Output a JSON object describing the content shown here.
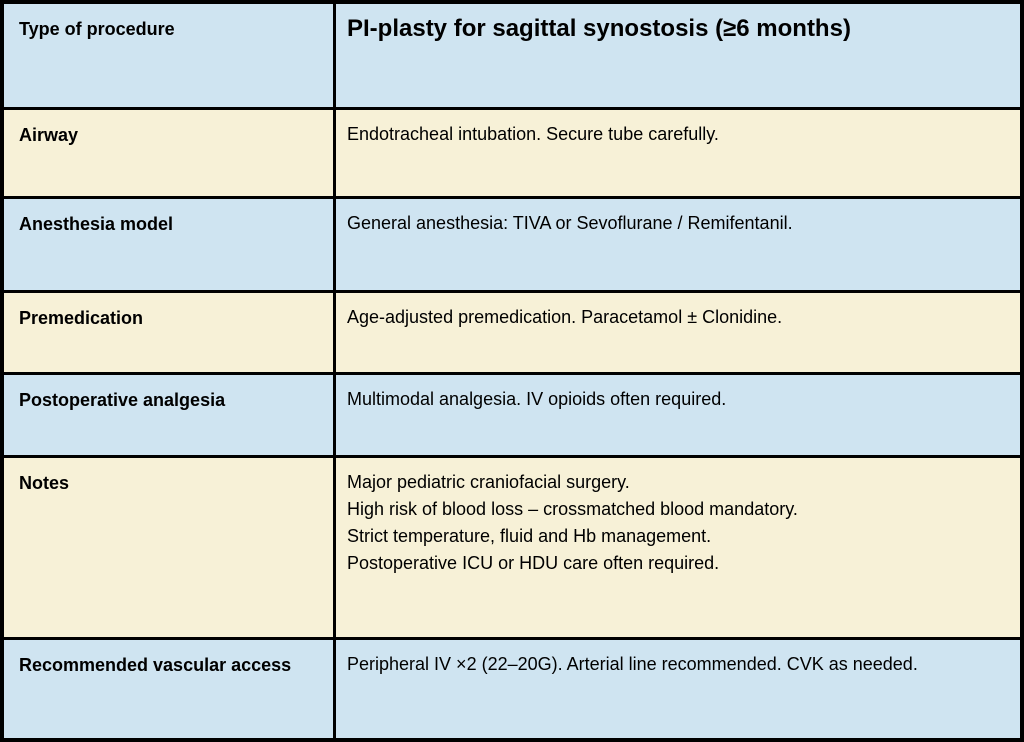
{
  "title_row": {
    "label": "Type of procedure",
    "value": "PI-plasty for sagittal synostosis (≥6 months)"
  },
  "rows": [
    {
      "label": "Airway",
      "lines": [
        "Endotracheal intubation. Secure tube carefully."
      ]
    },
    {
      "label": "Anesthesia model",
      "lines": [
        "General anesthesia: TIVA or Sevoflurane / Remifentanil."
      ]
    },
    {
      "label": "Premedication",
      "lines": [
        "Age-adjusted premedication. Paracetamol ± Clonidine."
      ]
    },
    {
      "label": "Postoperative analgesia",
      "lines": [
        "Multimodal analgesia. IV opioids often required."
      ]
    },
    {
      "label": "Notes",
      "lines": [
        "Major pediatric craniofacial surgery.",
        "High risk of blood loss – crossmatched blood mandatory.",
        "Strict temperature, fluid and Hb management.",
        "Postoperative ICU or HDU care often required."
      ]
    },
    {
      "label": "Recommended vascular access",
      "lines": [
        "Peripheral IV ×2 (22–20G). Arterial line recommended. CVK as needed."
      ]
    }
  ],
  "colors": {
    "row_blue": "#cfe4f1",
    "row_cream": "#f7f1d7",
    "border": "#000000",
    "text": "#000000"
  }
}
